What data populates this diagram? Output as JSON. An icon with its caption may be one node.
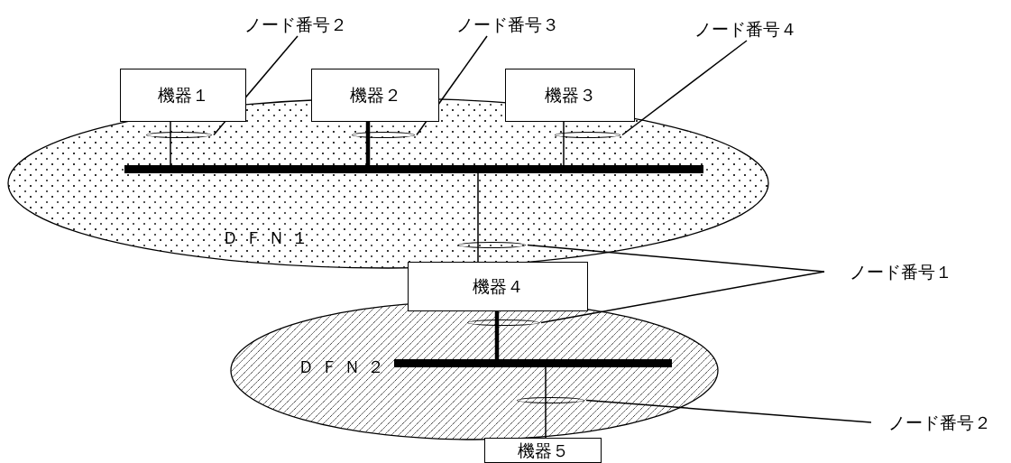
{
  "diagram": {
    "nodes": [
      {
        "text": [
          "ＤＦＮ１"
        ]
      },
      {
        "text": [
          "ＤＦＮ２"
        ]
      },
      {
        "text": [
          "機器１"
        ]
      },
      {
        "text": [
          "機器２"
        ]
      },
      {
        "text": [
          "機器３"
        ]
      },
      {
        "text": [
          "機器４"
        ]
      },
      {
        "text": [
          "機器５"
        ]
      },
      {
        "text": [],
        "shape": "bar",
        "in": 0
      },
      {
        "text": [],
        "shape": "bar",
        "in": 1
      },
      {
        "text": [],
        "shape": "ellipse",
        "in": 0
      },
      {
        "text": [],
        "shape": "ellipse",
        "in": 0
      },
      {
        "text": [],
        "shape": "ellipse",
        "in": 0
      },
      {
        "text": [],
        "shape": "ellipse",
        "in": 0
      },
      {
        "text": [],
        "shape": "ellipse",
        "in": 1
      },
      {
        "text": [],
        "shape": "ellipse",
        "in": 1
      },
      {
        "text": [
          "ノード番号２"
        ]
      },
      {
        "text": [
          "ノード番号３"
        ]
      },
      {
        "text": [
          "ノード番号４"
        ]
      },
      {
        "text": [
          "ノード番号１"
        ]
      },
      {
        "text": [
          "ノード番号２"
        ]
      }
    ],
    "edges": [
      {
        "from": 2,
        "to": 7,
        "arrow": "none"
      },
      {
        "from": 3,
        "to": 7,
        "arrow": "none",
        "style": "thick"
      },
      {
        "from": 4,
        "to": 7,
        "arrow": "none"
      },
      {
        "from": 7,
        "to": 5,
        "arrow": "none"
      },
      {
        "from": 5,
        "to": 8,
        "arrow": "none",
        "style": "thick"
      },
      {
        "from": 8,
        "to": 6,
        "arrow": "none"
      },
      {
        "from": 15,
        "to": 9,
        "arrow": "none"
      },
      {
        "from": 16,
        "to": 10,
        "arrow": "none"
      },
      {
        "from": 17,
        "to": 11,
        "arrow": "none"
      },
      {
        "from": 18,
        "to": 12,
        "arrow": "none"
      },
      {
        "from": 18,
        "to": 13,
        "arrow": "none"
      },
      {
        "from": 19,
        "to": 14,
        "arrow": "none"
      }
    ]
  }
}
